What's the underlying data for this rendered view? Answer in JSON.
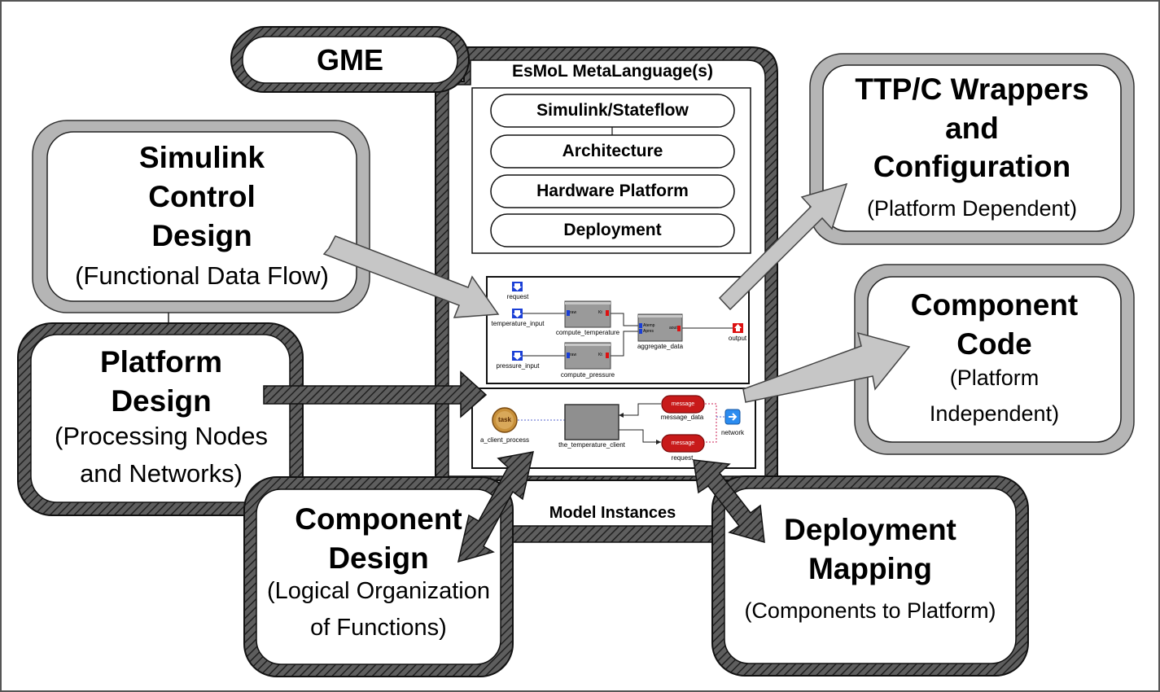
{
  "gme": {
    "title": "GME"
  },
  "metalanguage": {
    "title": "EsMoL MetaLanguage(s)",
    "items": [
      "Simulink/Stateflow",
      "Architecture",
      "Hardware Platform",
      "Deployment"
    ]
  },
  "simulink": {
    "title": [
      "Simulink",
      "Control",
      "Design"
    ],
    "subtitle": "(Functional Data Flow)"
  },
  "platform": {
    "title": [
      "Platform",
      "Design"
    ],
    "subtitle": [
      "(Processing Nodes",
      "and Networks)"
    ]
  },
  "component_design": {
    "title": [
      "Component",
      "Design"
    ],
    "subtitle": [
      "(Logical Organization",
      "of Functions)"
    ]
  },
  "deployment_mapping": {
    "title": [
      "Deployment",
      "Mapping"
    ],
    "subtitle": "(Components to Platform)"
  },
  "ttp": {
    "title": [
      "TTP/C Wrappers",
      "and",
      "Configuration"
    ],
    "subtitle": "(Platform Dependent)"
  },
  "component_code": {
    "title": [
      "Component",
      "Code"
    ],
    "subtitle": [
      "(Platform",
      "Independent)"
    ]
  },
  "model_instances": "Model Instances",
  "dataflow_model": {
    "inputs": [
      "request",
      "temperature_input",
      "pressure_input"
    ],
    "blocks": [
      "compute_temperature",
      "compute_pressure",
      "aggregate_data"
    ],
    "output": "output",
    "ports": [
      "raw",
      "Kt",
      "raw",
      "Kt",
      "Atemp",
      "Apres",
      "aout"
    ]
  },
  "deployment_model": {
    "task": "a_client_process",
    "task_badge": "task",
    "client": "the_temperature_client",
    "messages": [
      "message_data",
      "request"
    ],
    "message_badge": "message",
    "network": "network"
  }
}
